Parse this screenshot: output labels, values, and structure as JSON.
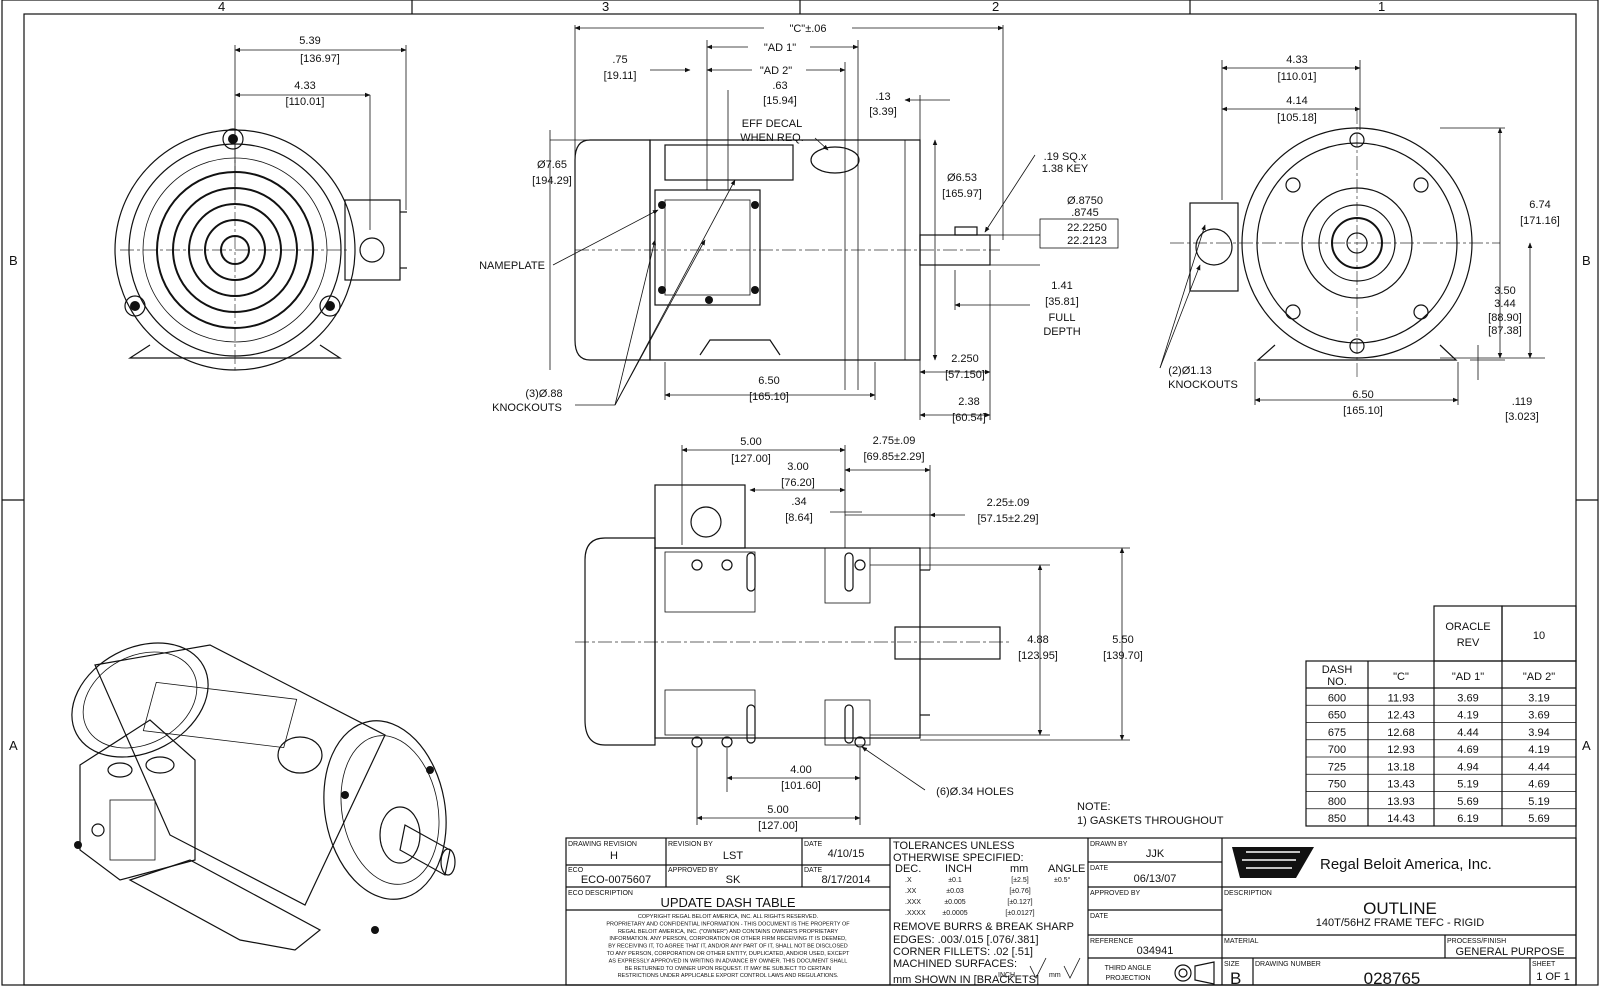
{
  "border": {
    "zones_top": [
      "4",
      "3",
      "2",
      "1"
    ],
    "zones_side": [
      "B",
      "A"
    ]
  },
  "view_front": {
    "dim_width": "5.39",
    "dim_width_mm": "[136.97]",
    "dim_half": "4.33",
    "dim_half_mm": "[110.01]"
  },
  "view_side": {
    "dim_c": "\"C\"±.06",
    "dim_ad1": "\"AD 1\"",
    "dim_ad2": "\"AD 2\"",
    "dim_75": ".75",
    "dim_75_mm": "[19.11]",
    "dim_63": ".63",
    "dim_63_mm": "[15.94]",
    "dim_13": ".13",
    "dim_13_mm": "[3.39]",
    "eff_decal_1": "EFF DECAL",
    "eff_decal_2": "WHEN REQ.",
    "dia_765": "Ø7.65",
    "dia_765_mm": "[194.29]",
    "dia_653": "Ø6.53",
    "dia_653_mm": "[165.97]",
    "key_1": ".19 SQ.x",
    "key_2": "1.38 KEY",
    "shaft_dia_1": "Ø.8750",
    "shaft_dia_2": ".8745",
    "shaft_dia_mm1": "22.2250",
    "shaft_dia_mm2": "22.2123",
    "nameplate": "NAMEPLATE",
    "len_141": "1.41",
    "len_141_mm": "[35.81]",
    "full_depth_1": "FULL",
    "full_depth_2": "DEPTH",
    "len_2250": "2.250",
    "len_2250_mm": "[57.150]",
    "len_650": "6.50",
    "len_650_mm": "[165.10]",
    "len_238": "2.38",
    "len_238_mm": "[60.54]",
    "knock_1": "(3)Ø.88",
    "knock_2": "KNOCKOUTS"
  },
  "view_end": {
    "dim_433": "4.33",
    "dim_433_mm": "[110.01]",
    "dim_414": "4.14",
    "dim_414_mm": "[105.18]",
    "dim_674": "6.74",
    "dim_674_mm": "[171.16]",
    "dim_350": "3.50",
    "dim_344": "3.44",
    "dim_350_mm": "[88.90]",
    "dim_344_mm": "[87.38]",
    "knock_1": "(2)Ø1.13",
    "knock_2": "KNOCKOUTS",
    "dim_650": "6.50",
    "dim_650_mm": "[165.10]",
    "dim_119": ".119",
    "dim_119_mm": "[3.023]"
  },
  "view_bottom": {
    "dim_500": "5.00",
    "dim_500_mm": "[127.00]",
    "dim_300": "3.00",
    "dim_300_mm": "[76.20]",
    "dim_34": ".34",
    "dim_34_mm": "[8.64]",
    "dim_275": "2.75±.09",
    "dim_275_mm": "[69.85±2.29]",
    "dim_225": "2.25±.09",
    "dim_225_mm": "[57.15±2.29]",
    "dim_488": "4.88",
    "dim_488_mm": "[123.95]",
    "dim_550": "5.50",
    "dim_550_mm": "[139.70]",
    "dim_400": "4.00",
    "dim_400_mm": "[101.60]",
    "dim_500b": "5.00",
    "dim_500b_mm": "[127.00]",
    "holes": "(6)Ø.34 HOLES"
  },
  "notes": {
    "title": "NOTE:",
    "line1": "1) GASKETS THROUGHOUT"
  },
  "dash_table": {
    "oracle_rev_label_1": "ORACLE",
    "oracle_rev_label_2": "REV",
    "oracle_rev_value": "10",
    "headers": [
      "DASH\nNO.",
      "\"C\"",
      "\"AD 1\"",
      "\"AD 2\""
    ],
    "header_dash_1": "DASH",
    "header_dash_2": "NO.",
    "rows": [
      [
        "600",
        "11.93",
        "3.69",
        "3.19"
      ],
      [
        "650",
        "12.43",
        "4.19",
        "3.69"
      ],
      [
        "675",
        "12.68",
        "4.44",
        "3.94"
      ],
      [
        "700",
        "12.93",
        "4.69",
        "4.19"
      ],
      [
        "725",
        "13.18",
        "4.94",
        "4.44"
      ],
      [
        "750",
        "13.43",
        "5.19",
        "4.69"
      ],
      [
        "800",
        "13.93",
        "5.69",
        "5.19"
      ],
      [
        "850",
        "14.43",
        "6.19",
        "5.69"
      ]
    ]
  },
  "title_block": {
    "drawing_revision_label": "DRAWING REVISION",
    "drawing_revision": "H",
    "revision_by_label": "REVISION BY",
    "revision_by": "LST",
    "date_label": "DATE",
    "rev_date": "4/10/15",
    "eco_label": "ECO",
    "eco": "ECO-0075607",
    "approved_by_label": "APPROVED BY",
    "approved_by": "SK",
    "approved_date": "8/17/2014",
    "eco_description_label": "ECO DESCRIPTION",
    "eco_description": "UPDATE DASH TABLE",
    "copyright_lines": [
      "COPYRIGHT REGAL BELOIT AMERICA, INC. ALL RIGHTS RESERVED.",
      "PROPRIETARY AND CONFIDENTIAL INFORMATION - THIS DOCUMENT IS THE PROPERTY OF",
      "REGAL BELOIT AMERICA, INC. (\"OWNER\") AND CONTAINS OWNER'S PROPRIETARY",
      "INFORMATION. ANY PERSON, CORPORATION OR OTHER FIRM RECEIVING IT IS DEEMED,",
      "BY RECEIVING IT, TO AGREE THAT IT, AND/OR ANY PART OF IT, SHALL NOT BE DISCLOSED",
      "TO ANY PERSON, CORPORATION OR OTHER ENTITY, DUPLICATED, AND/OR USED, EXCEPT",
      "AS EXPRESSLY APPROVED IN WRITING IN ADVANCE BY OWNER. THIS DOCUMENT SHALL",
      "BE RETURNED TO OWNER UPON REQUEST. IT MAY BE SUBJECT TO CERTAIN",
      "RESTRICTIONS UNDER APPLICABLE EXPORT CONTROL LAWS AND REGULATIONS."
    ],
    "tol_title_1": "TOLERANCES UNLESS",
    "tol_title_2": "OTHERWISE SPECIFIED:",
    "tol_dec": "DEC.",
    "tol_inch": "INCH",
    "tol_mm": "mm",
    "tol_angle": "ANGLE",
    "tol_angle_val": "±0.5°",
    "tol_rows": [
      [
        ".X",
        "±0.1",
        "[±2.5]"
      ],
      [
        ".XX",
        "±0.03",
        "[±0.76]"
      ],
      [
        ".XXX",
        "±0.005",
        "[±0.127]"
      ],
      [
        ".XXXX",
        "±0.0005",
        "[±0.0127]"
      ]
    ],
    "burrs": "REMOVE BURRS & BREAK SHARP",
    "edges": "EDGES: .003/.015 [.076/.381]",
    "fillets": "CORNER FILLETS: .02 [.51]",
    "machined": "MACHINED SURFACES:",
    "machined_val": "INCH",
    "machined_mm": "mm",
    "brackets": "mm SHOWN IN [BRACKETS]",
    "drawn_by_label": "DRAWN BY",
    "drawn_by": "JJK",
    "drawn_date_label": "DATE",
    "drawn_date": "06/13/07",
    "approved_label": "APPROVED BY",
    "approved_date_label": "DATE",
    "reference_label": "REFERENCE",
    "reference": "034941",
    "projection_1": "THIRD ANGLE",
    "projection_2": "PROJECTION",
    "company": "Regal Beloit America, Inc.",
    "description_label": "DESCRIPTION",
    "description_title": "OUTLINE",
    "description_sub": "140T/56HZ FRAME TEFC - RIGID",
    "material_label": "MATERIAL",
    "process_label": "PROCESS/FINISH",
    "process": "GENERAL PURPOSE",
    "size_label": "SIZE",
    "size": "B",
    "drawing_number_label": "DRAWING NUMBER",
    "drawing_number": "028765",
    "sheet_label": "SHEET",
    "sheet": "1 OF 1"
  }
}
